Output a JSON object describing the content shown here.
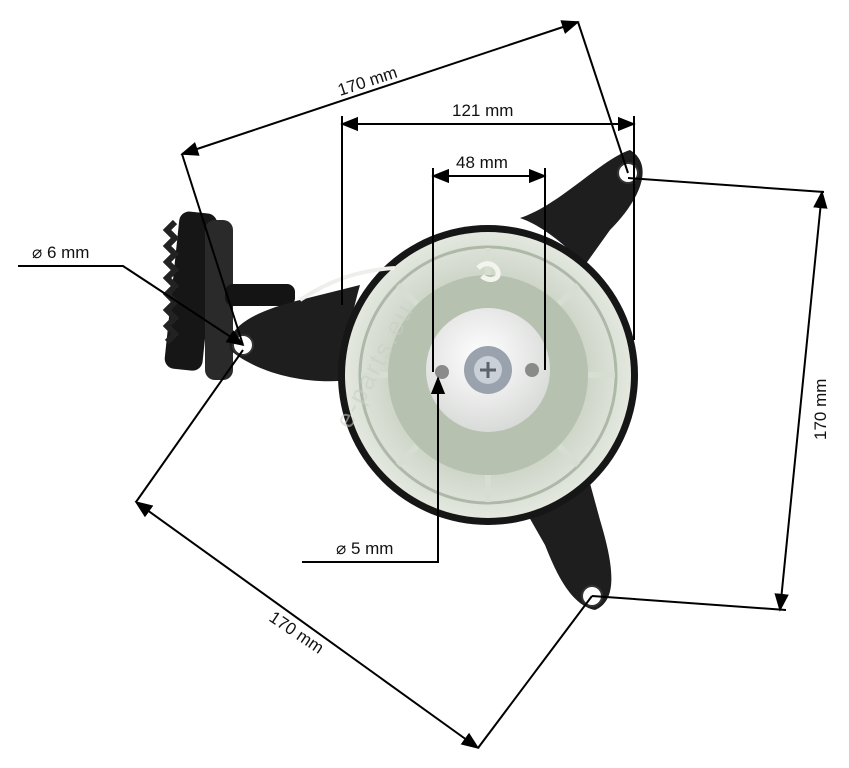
{
  "dimensions": {
    "top_diagonal": "170 mm",
    "width_outer": "121 mm",
    "width_inner": "48 mm",
    "right_vertical": "170 mm",
    "bottom_diagonal": "170 mm",
    "hole_left": "⌀ 6 mm",
    "hole_center": "⌀ 5 mm"
  },
  "watermark": "e-parts.eu",
  "colors": {
    "housing": "#1b1b1b",
    "pulley_outer": "#d8dfd2",
    "pulley_inner": "#bfc8b8",
    "hub": "#f2f2f0",
    "dimension_lines": "#000000"
  },
  "icons": {
    "part": "recoil-starter-photo",
    "arrowheads": "arrow-icon"
  }
}
